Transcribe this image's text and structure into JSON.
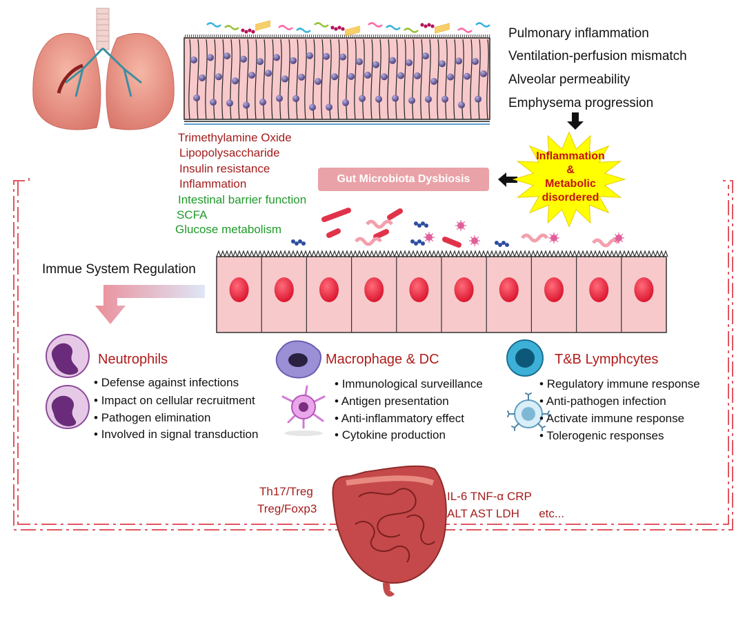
{
  "lung_effects": [
    "Pulmonary inflammation",
    "Ventilation-perfusion mismatch",
    "Alveolar permeability",
    "Emphysema progression"
  ],
  "metabolites_up": [
    "Trimethylamine Oxide",
    "Lipopolysaccharide",
    "Insulin resistance",
    "Inflammation"
  ],
  "metabolites_down": [
    "Intestinal barrier function",
    "SCFA",
    "Glucose metabolism"
  ],
  "dysbiosis_label": "Gut Microbiota Dysbiosis",
  "burst_lines": [
    "Inflammation",
    "&",
    "Metabolic",
    "disordered"
  ],
  "immune_regulation_label": "Immue System Regulation",
  "cells": [
    {
      "title": "Neutrophils",
      "points": [
        "Defense against infections",
        "Impact on cellular recruitment",
        "Pathogen elimination",
        "Involved in signal transduction"
      ]
    },
    {
      "title": "Macrophage & DC",
      "points": [
        "Immunological surveillance",
        "Antigen presentation",
        "Anti-inflammatory effect",
        "Cytokine production"
      ]
    },
    {
      "title": "T&B Lymphcytes",
      "points": [
        "Regulatory immune response",
        "Anti-pathogen infection",
        "Activate immune response",
        "Tolerogenic responses"
      ]
    }
  ],
  "markers_left": [
    "Th17/Treg",
    "Treg/Foxp3"
  ],
  "markers_right": [
    "IL-6 TNF-α CRP",
    "ALT AST LDH      etc..."
  ],
  "colors": {
    "dashed_frame": "#e05560",
    "title_red": "#b11a1a",
    "green": "#1f9a2a",
    "burst_yellow": "#ffff00",
    "box_pink": "#e9a2a8"
  },
  "icons": [
    "lungs-icon",
    "airway-epithelium-icon",
    "intestinal-epithelium-icon",
    "bacteria-icon",
    "neutrophil-icon",
    "macrophage-icon",
    "dendritic-cell-icon",
    "lymphocyte-icon",
    "intestine-icon",
    "arrow-icon"
  ]
}
